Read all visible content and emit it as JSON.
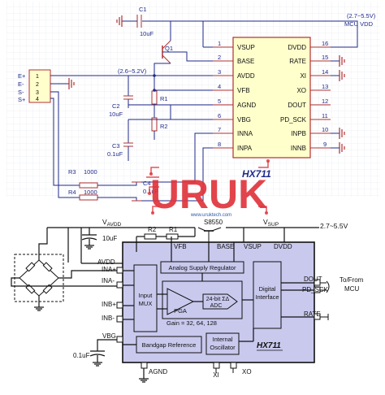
{
  "colors": {
    "background": "#ffffff",
    "schematic_grid": "#d9dde8",
    "wire": "#1f2a8a",
    "component": "#b03030",
    "chip_fill": "#ffffcc",
    "block_fill": "#c9c9ee",
    "watermark_red": "#e0353c",
    "watermark_blue": "#2e5aa8"
  },
  "top_schematic": {
    "chip_name": "HX711",
    "c1": "C1",
    "c1_value": "10uF",
    "q1": "Q1",
    "supply_range": "(2.6~5.2V)",
    "mcu_vdd_range": "(2.7~5.5V)",
    "mcu_vdd": "MCU VDD",
    "connector_labels": [
      "E+",
      "E-",
      "S-",
      "S+"
    ],
    "connector_pins": [
      "1",
      "2",
      "3",
      "4"
    ],
    "r1": "R1",
    "r2": "R2",
    "c2": "C2",
    "c2_value": "10uF",
    "c3": "C3",
    "c3_value": "0.1uF",
    "c4": "C4",
    "c4_value": "0.1uF",
    "r3": "R3",
    "r3_value": "1000",
    "r4": "R4",
    "r4_value": "1000",
    "left_pins": [
      {
        "num": "1",
        "name": "VSUP"
      },
      {
        "num": "2",
        "name": "BASE"
      },
      {
        "num": "3",
        "name": "AVDD"
      },
      {
        "num": "4",
        "name": "VFB"
      },
      {
        "num": "5",
        "name": "AGND"
      },
      {
        "num": "6",
        "name": "VBG"
      },
      {
        "num": "7",
        "name": "INNA"
      },
      {
        "num": "8",
        "name": "INPA"
      }
    ],
    "right_pins": [
      {
        "num": "16",
        "name": "DVDD"
      },
      {
        "num": "15",
        "name": "RATE"
      },
      {
        "num": "14",
        "name": "XI"
      },
      {
        "num": "13",
        "name": "XO"
      },
      {
        "num": "12",
        "name": "DOUT"
      },
      {
        "num": "11",
        "name": "PD_SCK"
      },
      {
        "num": "10",
        "name": "INPB"
      },
      {
        "num": "9",
        "name": "INNB"
      }
    ]
  },
  "watermark": {
    "text": "URUK",
    "url": "www.uruktech.com"
  },
  "bottom_diagram": {
    "vavdd_main": "V",
    "vavdd_sub": "AVDD",
    "vsup_main": "V",
    "vsup_sub": "SUP",
    "supply_range": "2.7~5.5V",
    "transistor": "S8550",
    "r1": "R1",
    "r2": "R2",
    "cap_top": "10uF",
    "cap_bottom": "0.1uF",
    "pin_vfb": "VFB",
    "pin_base": "BASE",
    "pin_vsup": "VSUP",
    "pin_dvdd": "DVDD",
    "pin_avdd": "AVDD",
    "pin_ina_plus": "INA+",
    "pin_ina_minus": "INA-",
    "pin_inb_plus": "INB+",
    "pin_inb_minus": "INB-",
    "pin_vbg": "VBG",
    "pin_dout": "DOUT",
    "pin_pd_sck": "PD_SCK",
    "pin_rate": "RATE",
    "pin_agnd": "AGND",
    "pin_xi": "XI",
    "pin_xo": "XO",
    "to_from": "To/From",
    "mcu": "MCU",
    "analog_supply_regulator": "Analog Supply Regulator",
    "input_mux_line1": "Input",
    "input_mux_line2": "MUX",
    "pga": "PGA",
    "adc_line1": "24-bit ΣΔ",
    "adc_line2": "ADC",
    "gain": "Gain = 32, 64, 128",
    "digital_interface_line1": "Digital",
    "digital_interface_line2": "Interface",
    "bandgap_reference": "Bandgap Reference",
    "oscillator_line1": "Internal",
    "oscillator_line2": "Oscillator",
    "chip_name": "HX711"
  }
}
